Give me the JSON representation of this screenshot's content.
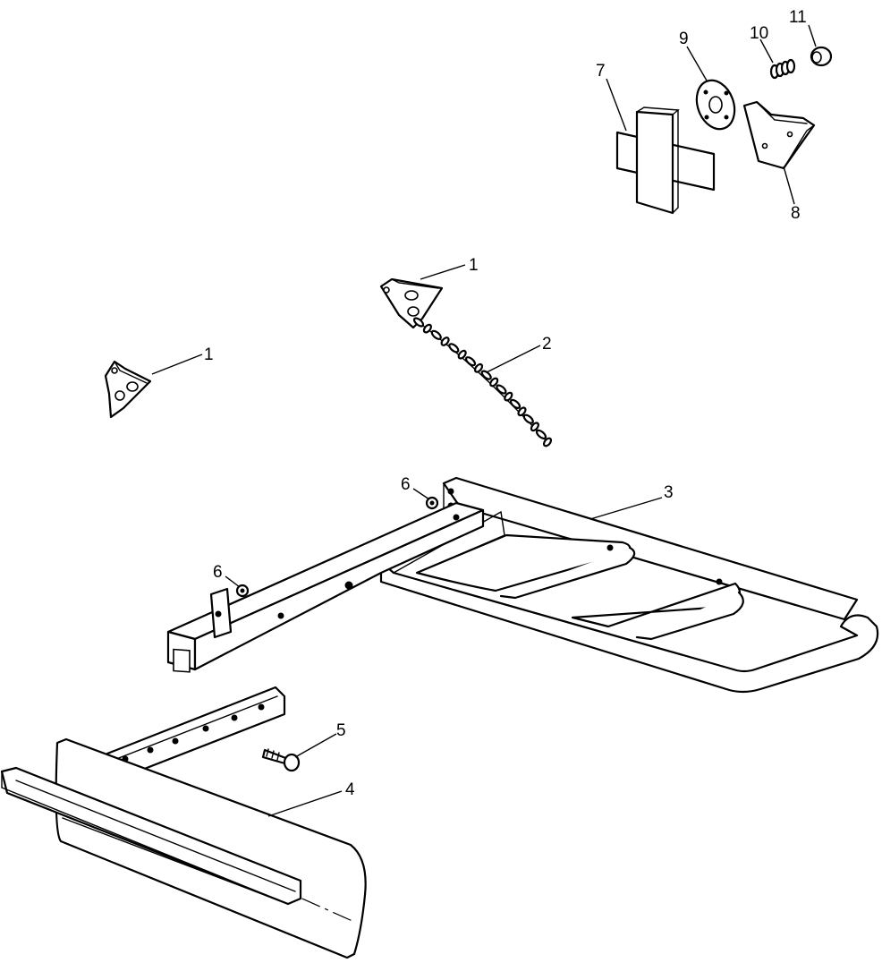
{
  "callouts": [
    {
      "id": "c1a",
      "label": "1",
      "part": "mounting-bracket"
    },
    {
      "id": "c1b",
      "label": "1",
      "part": "mounting-bracket"
    },
    {
      "id": "c2",
      "label": "2",
      "part": "chain"
    },
    {
      "id": "c3",
      "label": "3",
      "part": "frame"
    },
    {
      "id": "c4",
      "label": "4",
      "part": "blade"
    },
    {
      "id": "c5",
      "label": "5",
      "part": "bolt"
    },
    {
      "id": "c6a",
      "label": "6",
      "part": "nut"
    },
    {
      "id": "c6b",
      "label": "6",
      "part": "nut"
    },
    {
      "id": "c7",
      "label": "7",
      "part": "block"
    },
    {
      "id": "c8",
      "label": "8",
      "part": "plate"
    },
    {
      "id": "c9",
      "label": "9",
      "part": "washer"
    },
    {
      "id": "c10",
      "label": "10",
      "part": "spring"
    },
    {
      "id": "c11",
      "label": "11",
      "part": "bushing"
    }
  ],
  "colors": {
    "line": "#000000",
    "background": "#ffffff"
  }
}
